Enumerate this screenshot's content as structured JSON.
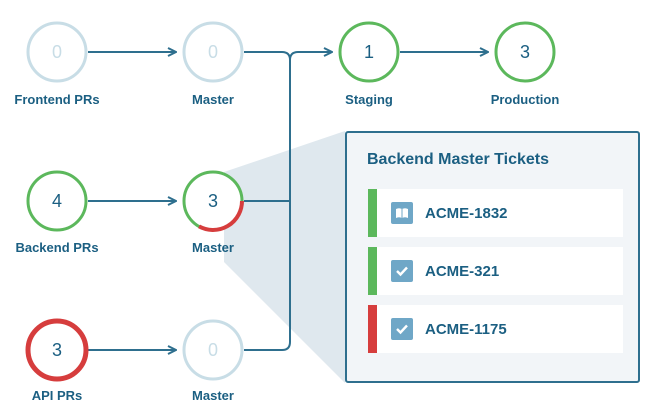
{
  "colors": {
    "ring_empty": "#c8dde6",
    "ring_green": "#5cb85c",
    "ring_red": "#d63d3d",
    "text_blue": "#1b5f82",
    "arrow_blue": "#2e6f8e",
    "panel_bg": "#f2f5f8",
    "callout_shade": "#dfe8ee"
  },
  "nodes": {
    "frontend_prs": {
      "count": "0",
      "label": "Frontend PRs"
    },
    "frontend_master": {
      "count": "0",
      "label": "Master"
    },
    "staging": {
      "count": "1",
      "label": "Staging"
    },
    "production": {
      "count": "3",
      "label": "Production"
    },
    "backend_prs": {
      "count": "4",
      "label": "Backend PRs"
    },
    "backend_master": {
      "count": "3",
      "label": "Master",
      "red_fraction": 0.33
    },
    "api_prs": {
      "count": "3",
      "label": "API PRs"
    },
    "api_master": {
      "count": "0",
      "label": "Master"
    }
  },
  "panel": {
    "title": "Backend Master Tickets",
    "tickets": [
      {
        "id": "ACME-1832",
        "status": "green",
        "icon": "book-icon"
      },
      {
        "id": "ACME-321",
        "status": "green",
        "icon": "checkbox-icon"
      },
      {
        "id": "ACME-1175",
        "status": "red",
        "icon": "checkbox-icon"
      }
    ]
  }
}
